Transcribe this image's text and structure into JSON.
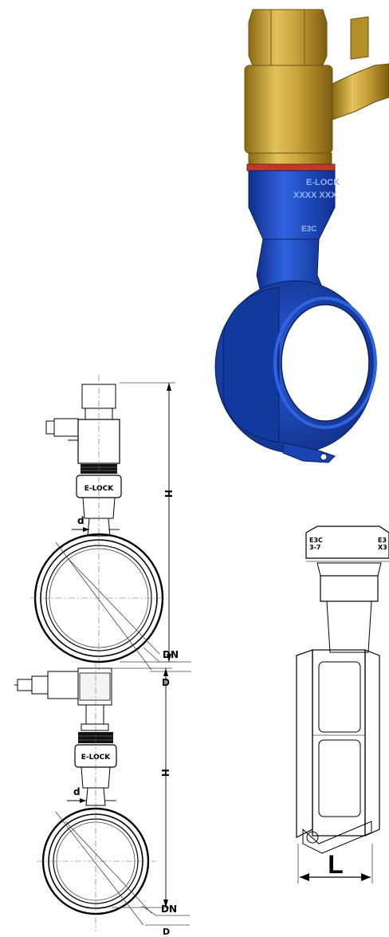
{
  "render3d": {
    "body_marking_1": "E-LOCK",
    "body_marking_2": "XXXX XXX",
    "neck_marking": "E3C",
    "colors": {
      "brass": "#c9a23a",
      "blue": "#1f50c8",
      "red_ring": "#c0392b"
    }
  },
  "drawing_top": {
    "collar_text": "E-LOCK",
    "dim_height": "H",
    "dim_outlet": "d",
    "dim_nominal": "DN",
    "dim_outer": "D"
  },
  "drawing_bottom": {
    "collar_text": "E-LOCK",
    "dim_height": "H",
    "dim_outlet": "d",
    "dim_nominal": "DN",
    "dim_outer": "D"
  },
  "drawing_side": {
    "top_left_marks": "E3C\n3-7",
    "top_right_marks": "E3\nX3",
    "dim_width": "L"
  }
}
